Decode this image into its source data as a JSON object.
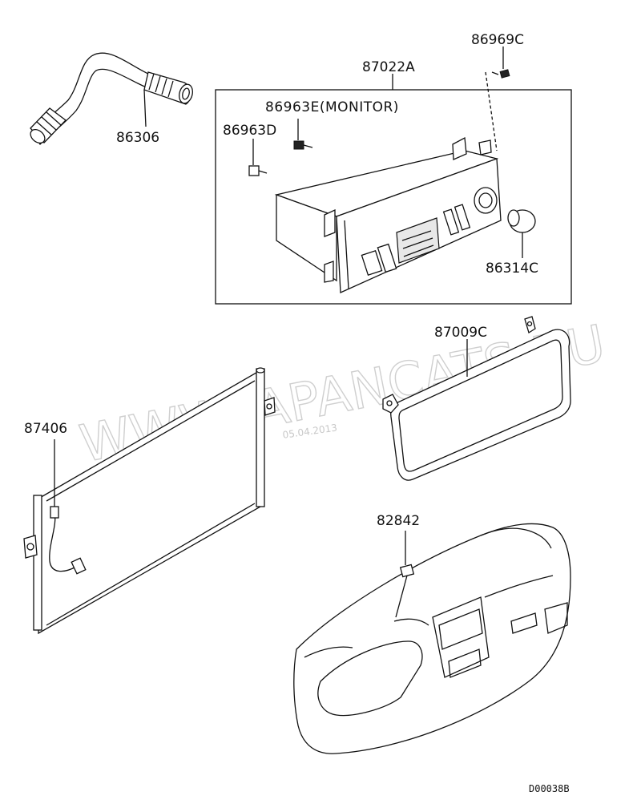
{
  "diagram": {
    "labels": {
      "p86306": "86306",
      "p87022A": "87022A",
      "p86969C": "86969C",
      "p86963E": "86963E(MONITOR)",
      "p86963D": "86963D",
      "p86314C": "86314C",
      "p87009C": "87009C",
      "p87406": "87406",
      "p82842": "82842"
    },
    "watermark": "WWW.JAPANCATS.RU",
    "watermark_date": "05.04.2013",
    "code": "D00038B"
  }
}
